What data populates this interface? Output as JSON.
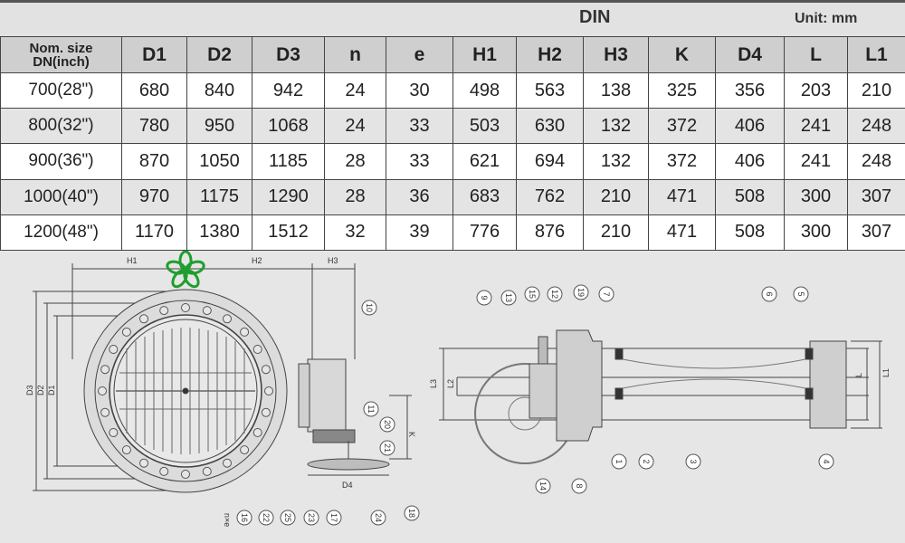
{
  "header": {
    "standard": "DIN",
    "unit": "Unit: mm"
  },
  "table": {
    "columns": [
      "Nom. size DN(inch)",
      "D1",
      "D2",
      "D3",
      "n",
      "e",
      "H1",
      "H2",
      "H3",
      "K",
      "D4",
      "L",
      "L1"
    ],
    "rows": [
      [
        "700(28\")",
        "680",
        "840",
        "942",
        "24",
        "30",
        "498",
        "563",
        "138",
        "325",
        "356",
        "203",
        "210"
      ],
      [
        "800(32\")",
        "780",
        "950",
        "1068",
        "24",
        "33",
        "503",
        "630",
        "132",
        "372",
        "406",
        "241",
        "248"
      ],
      [
        "900(36\")",
        "870",
        "1050",
        "1185",
        "28",
        "33",
        "621",
        "694",
        "132",
        "372",
        "406",
        "241",
        "248"
      ],
      [
        "1000(40\")",
        "970",
        "1175",
        "1290",
        "28",
        "36",
        "683",
        "762",
        "210",
        "471",
        "508",
        "300",
        "307"
      ],
      [
        "1200(48\")",
        "1170",
        "1380",
        "1512",
        "32",
        "39",
        "776",
        "876",
        "210",
        "471",
        "508",
        "300",
        "307"
      ]
    ]
  },
  "drawing": {
    "dims": {
      "H1": "H1",
      "H2": "H2",
      "H3": "H3",
      "D1": "D1",
      "D2": "D2",
      "D3": "D3",
      "D4": "D4",
      "K": "K",
      "L": "L",
      "L1": "L1",
      "L2": "L2",
      "L3": "L3",
      "ne": "n×e"
    },
    "callouts_front": [
      "10",
      "11",
      "20",
      "21",
      "16",
      "22",
      "25",
      "23",
      "17",
      "24",
      "18"
    ],
    "callouts_side": [
      "9",
      "13",
      "15",
      "12",
      "19",
      "7",
      "6",
      "5",
      "1",
      "2",
      "3",
      "4",
      "14",
      "8"
    ]
  },
  "logo": {
    "icon": "green-flower-logo-icon",
    "color": "#1e9e2e"
  }
}
